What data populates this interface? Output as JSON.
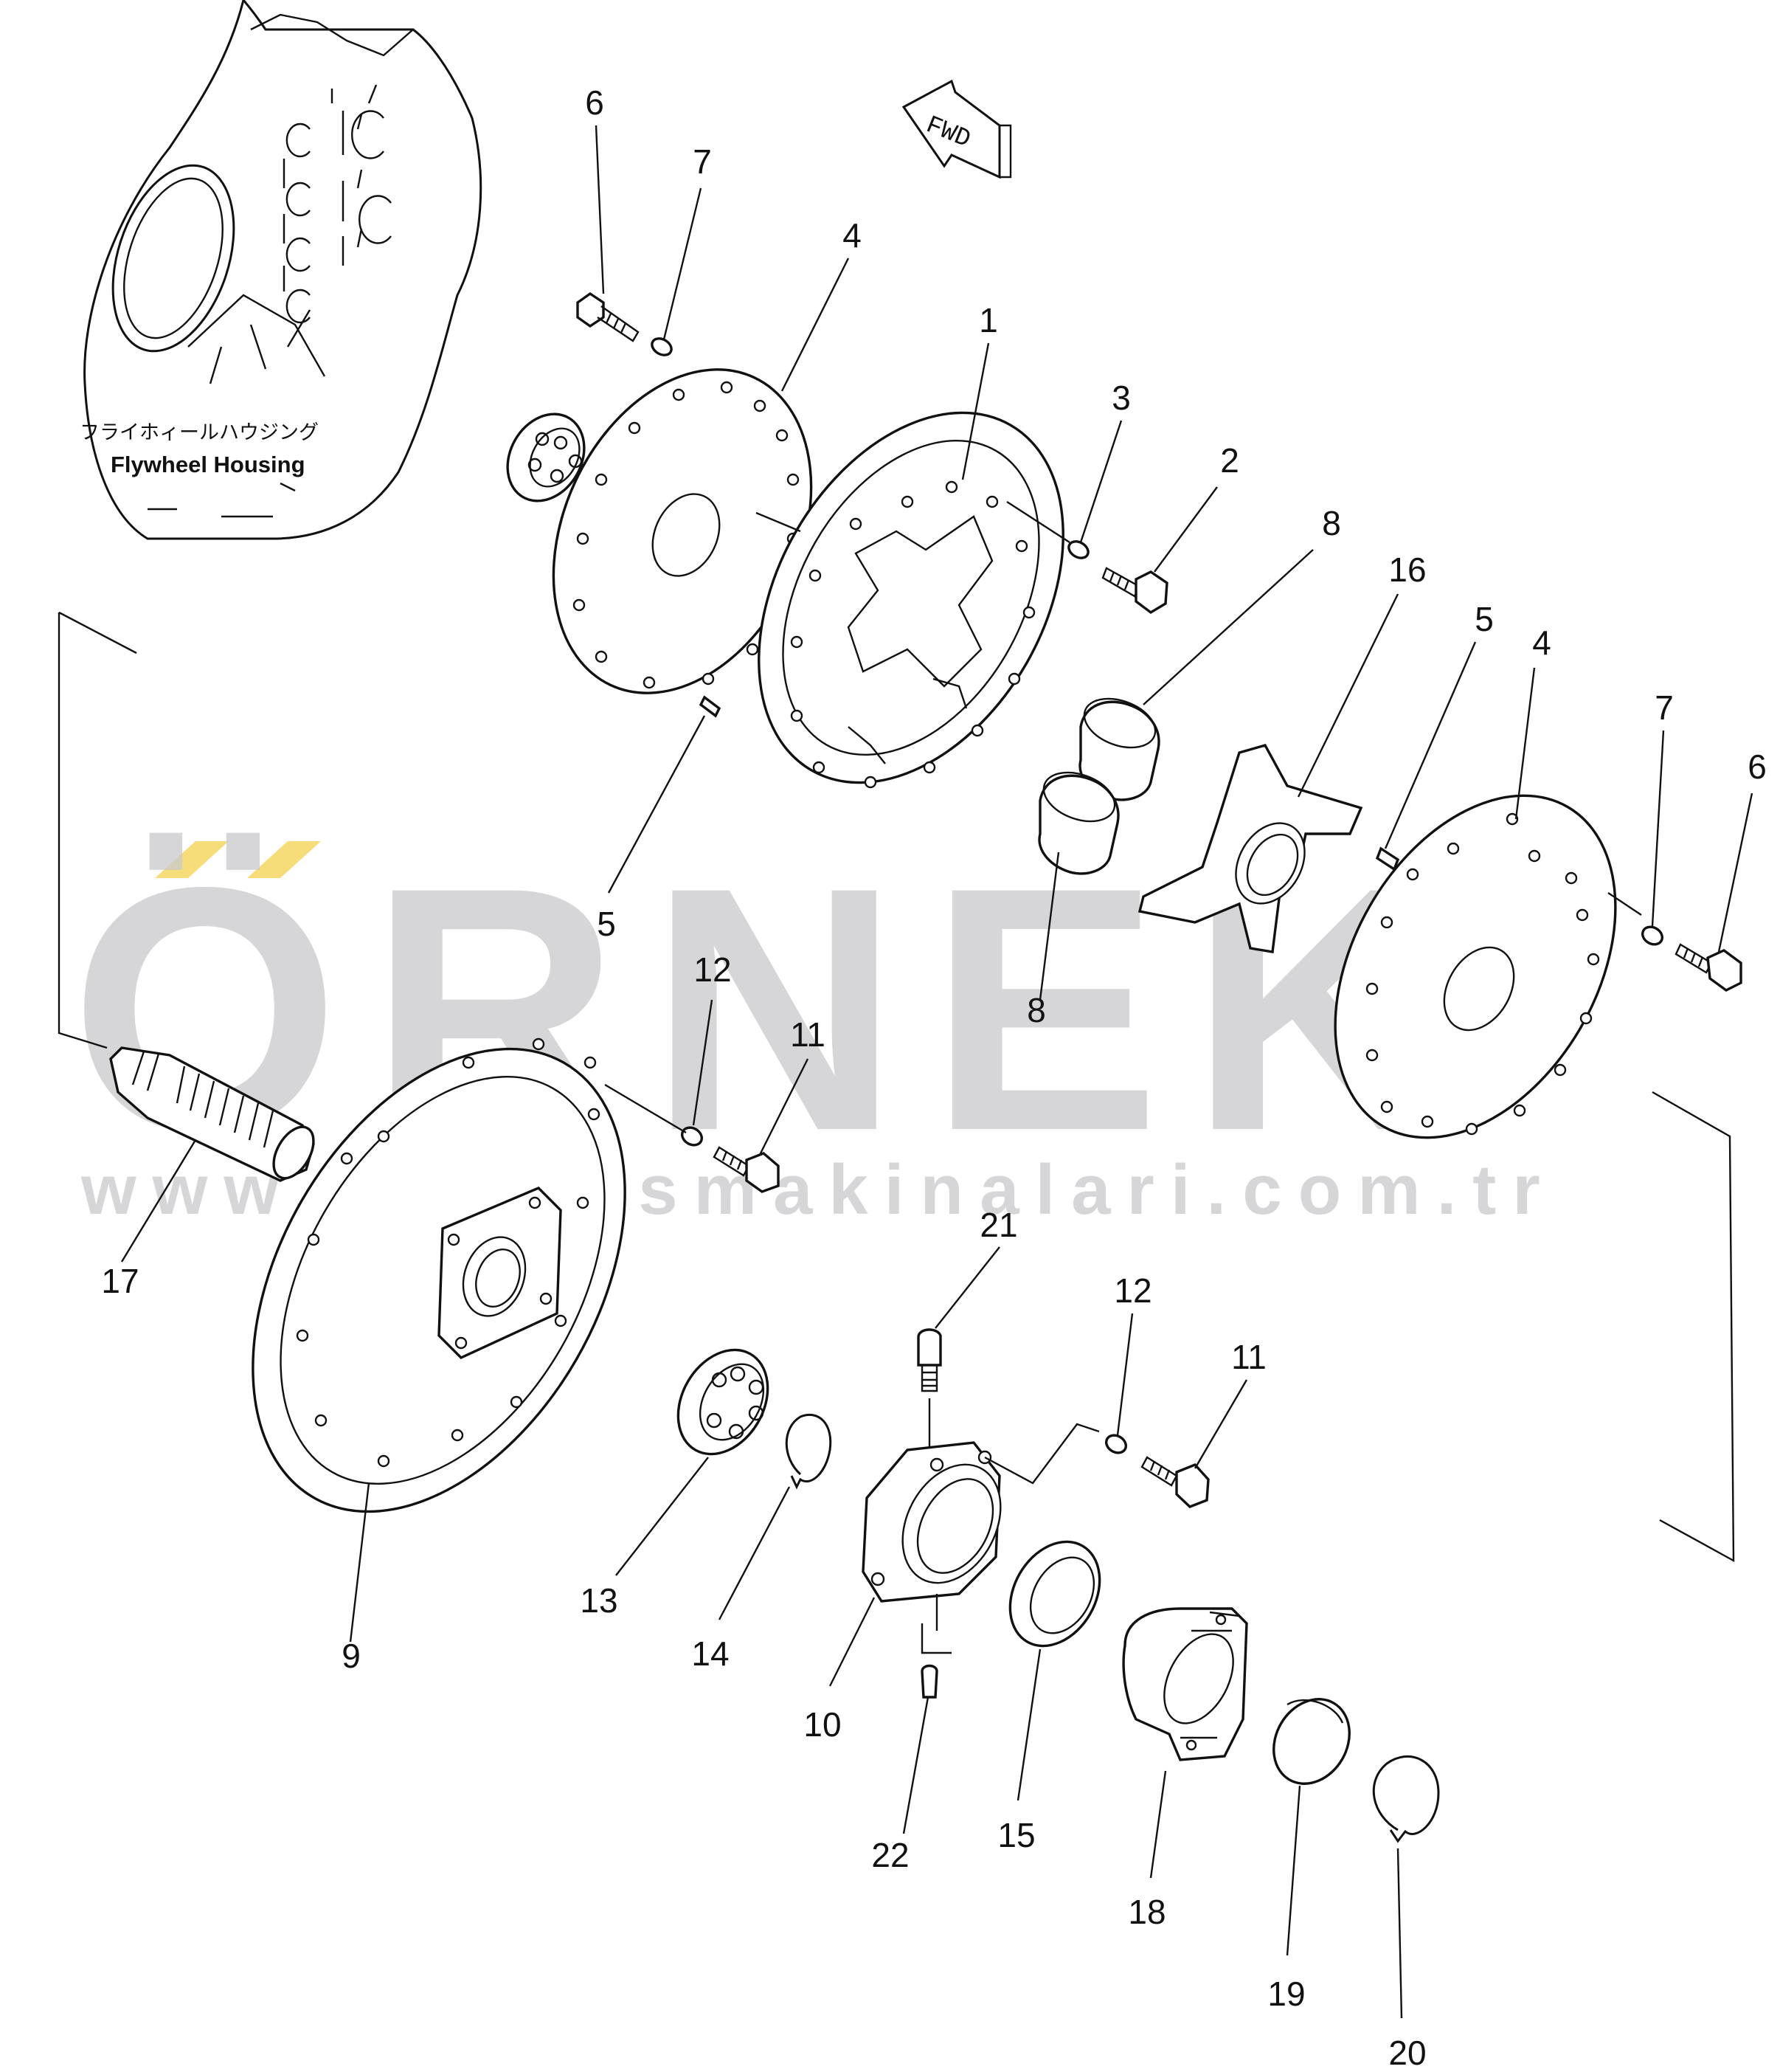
{
  "housing": {
    "label_jp": "フライホィールハウジング",
    "label_en": "Flywheel Housing"
  },
  "direction_marker": "FWD",
  "watermark": {
    "brand": "ÖRNEK",
    "url": "www.ornekismakinalari.com.tr",
    "accent_color": "#f7dc7a",
    "text_color": "#c9c9cd"
  },
  "callouts": [
    {
      "id": "c6a",
      "text": "6"
    },
    {
      "id": "c7a",
      "text": "7"
    },
    {
      "id": "c4a",
      "text": "4"
    },
    {
      "id": "c1",
      "text": "1"
    },
    {
      "id": "c3",
      "text": "3"
    },
    {
      "id": "c2",
      "text": "2"
    },
    {
      "id": "c8a",
      "text": "8"
    },
    {
      "id": "c16",
      "text": "16"
    },
    {
      "id": "c5b",
      "text": "5"
    },
    {
      "id": "c4b",
      "text": "4"
    },
    {
      "id": "c7b",
      "text": "7"
    },
    {
      "id": "c6b",
      "text": "6"
    },
    {
      "id": "c5a",
      "text": "5"
    },
    {
      "id": "c8b",
      "text": "8"
    },
    {
      "id": "c12a",
      "text": "12"
    },
    {
      "id": "c11a",
      "text": "11"
    },
    {
      "id": "c17",
      "text": "17"
    },
    {
      "id": "c21",
      "text": "21"
    },
    {
      "id": "c12b",
      "text": "12"
    },
    {
      "id": "c11b",
      "text": "11"
    },
    {
      "id": "c9",
      "text": "9"
    },
    {
      "id": "c13",
      "text": "13"
    },
    {
      "id": "c14",
      "text": "14"
    },
    {
      "id": "c10",
      "text": "10"
    },
    {
      "id": "c22",
      "text": "22"
    },
    {
      "id": "c15",
      "text": "15"
    },
    {
      "id": "c18",
      "text": "18"
    },
    {
      "id": "c19",
      "text": "19"
    },
    {
      "id": "c20",
      "text": "20"
    }
  ]
}
